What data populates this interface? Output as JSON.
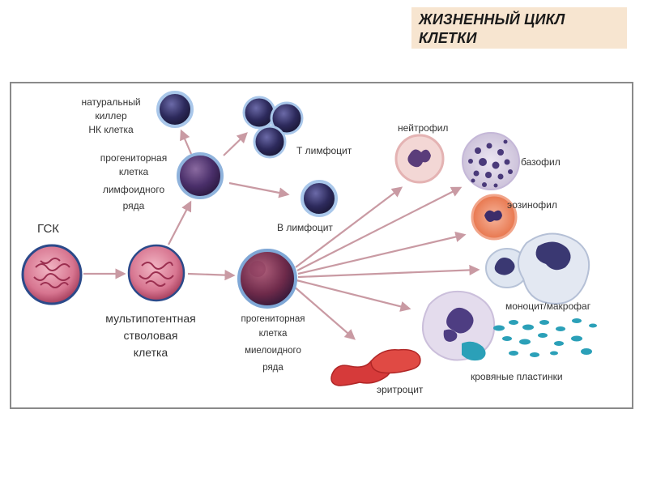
{
  "title": {
    "line1": "ЖИЗНЕННЫЙ ЦИКЛ",
    "line2": "КЛЕТКИ"
  },
  "labels": {
    "nk": [
      "натуральный",
      "киллер",
      "НК клетка"
    ],
    "lymph_prog": [
      "прогениторная",
      "клетка",
      "лимфоидного",
      "ряда"
    ],
    "t_lymph": "Т лимфоцит",
    "b_lymph": "В лимфоцит",
    "gsk": "ГСК",
    "multipotent": [
      "мультипотентная",
      "стволовая",
      "клетка"
    ],
    "myelo_prog": [
      "прогениторная",
      "клетка",
      "миелоидного",
      "ряда"
    ],
    "neutrophil": "нейтрофил",
    "basophil": "базофил",
    "eosinophil": "эозинофил",
    "monocyte": "моноцит/макрофаг",
    "platelets": "кровяные пластинки",
    "erythrocyte": "эритроцит"
  },
  "colors": {
    "arrow": "#c99aa3",
    "title_bg": "#f7e5d0",
    "frame": "#8a8a8a",
    "lymphocyte": "#2d2a5c",
    "stem_cell": "#c0506e"
  }
}
